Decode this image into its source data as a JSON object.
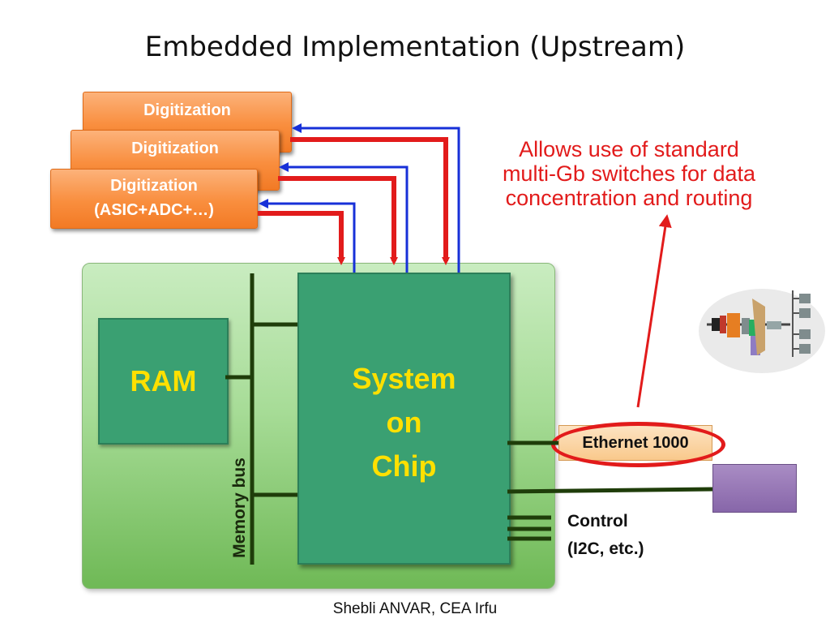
{
  "title": "Embedded Implementation (Upstream)",
  "digitization_boxes": [
    {
      "line1": "Digitization",
      "line2": ""
    },
    {
      "line1": "Digitization",
      "line2": ""
    },
    {
      "line1": "Digitization",
      "line2": "(ASIC+ADC+…)"
    }
  ],
  "annotation": {
    "line1": "Allows use of standard",
    "line2": "multi-Gb switches for data",
    "line3": "concentration and routing"
  },
  "board": {
    "ram_label": "RAM",
    "soc_line1": "System",
    "soc_line2": "on",
    "soc_line3": "Chip",
    "memory_bus_label": "Memory bus"
  },
  "ethernet_label": "Ethernet 1000",
  "control": {
    "line1": "Control",
    "line2": "(I2C, etc.)"
  },
  "footer": "Shebli ANVAR, CEA Irfu",
  "colors": {
    "accent_red": "#e21b1b",
    "link_blue": "#1730d8",
    "chip_green": "#3aa072",
    "label_yellow": "#ffe000",
    "digitization_orange": "#f98e3e"
  }
}
